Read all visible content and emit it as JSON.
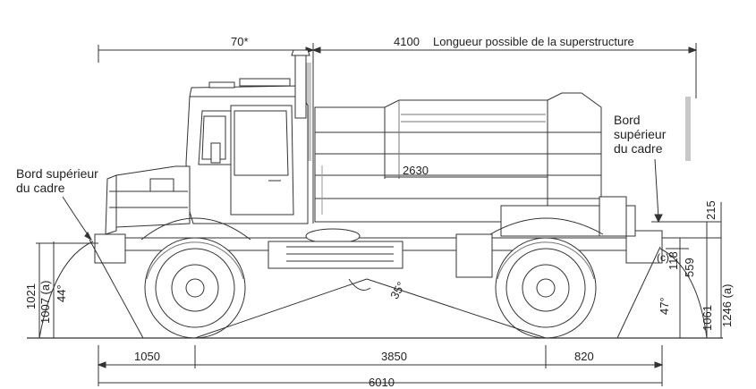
{
  "dimensions": {
    "top_left": "70*",
    "top_right_value": "4100",
    "top_right_text": "Longueur possible de la superstructure",
    "tank_length": "2630",
    "frame_rear_height": "215",
    "rear_overhang_small": "118",
    "rear_height": "559",
    "front_height_a": "1021",
    "front_height_b": "1007 (a)",
    "rear_height_a": "1061",
    "rear_height_b": "1246 (a)",
    "front_overhang": "1050",
    "wheelbase": "3850",
    "rear_overhang": "820",
    "overall_length": "6010",
    "note_c": "(c)"
  },
  "angles": {
    "approach": "44°",
    "ramp": "35°",
    "departure": "47°"
  },
  "annotations": {
    "front_frame": [
      "Bord supérieur",
      "du cadre"
    ],
    "rear_frame": [
      "Bord",
      "supérieur",
      "du cadre"
    ]
  }
}
